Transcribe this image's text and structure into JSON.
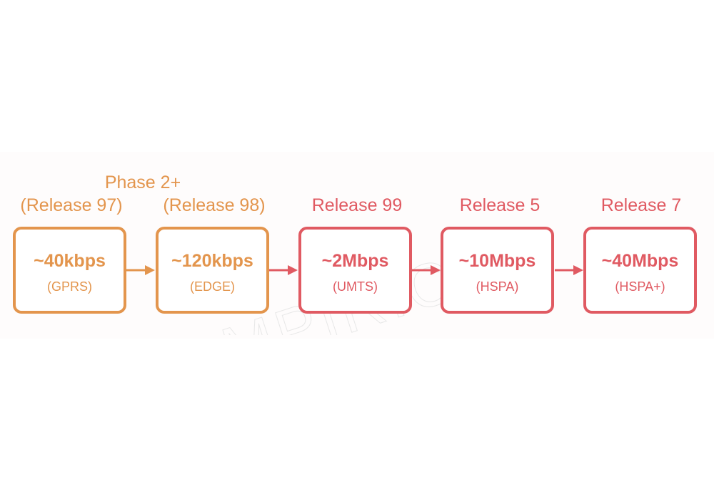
{
  "title_group": {
    "phase_label": "Phase 2+"
  },
  "stages": [
    {
      "release": "(Release 97)",
      "speed": "~40kbps",
      "tech": "(GPRS)",
      "color": "#e3954d"
    },
    {
      "release": "(Release 98)",
      "speed": "~120kbps",
      "tech": "(EDGE)",
      "color": "#e3954d"
    },
    {
      "release": "Release 99",
      "speed": "~2Mbps",
      "tech": "(UMTS)",
      "color": "#e05a62"
    },
    {
      "release": "Release 5",
      "speed": "~10Mbps",
      "tech": "(HSPA)",
      "color": "#e05a62"
    },
    {
      "release": "Release 7",
      "speed": "~40Mbps",
      "tech": "(HSPA+)",
      "color": "#e05a62"
    }
  ],
  "colors": {
    "orange": "#e3954d",
    "red": "#e05a62"
  },
  "watermark": {
    "text": "MPIRICAL"
  }
}
